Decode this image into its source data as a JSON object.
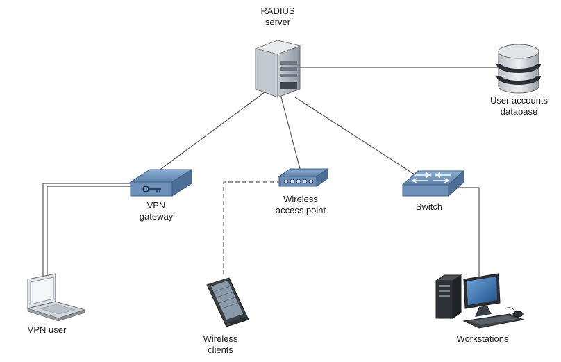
{
  "nodes": {
    "radius_server": {
      "line1": "RADIUS",
      "line2": "server"
    },
    "user_db": {
      "line1": "User accounts",
      "line2": "database"
    },
    "vpn_gateway": {
      "line1": "VPN",
      "line2": "gateway"
    },
    "wireless_ap": {
      "line1": "Wireless",
      "line2": "access point"
    },
    "switch": {
      "line1": "Switch"
    },
    "vpn_user": {
      "line1": "VPN user"
    },
    "wireless_clients": {
      "line1": "Wireless",
      "line2": "clients"
    },
    "workstations": {
      "line1": "Workstations"
    }
  },
  "colors": {
    "link": "#555555",
    "device_blue": "#5b7fa8",
    "device_grey": "#9aa3ad",
    "screen_blue": "#2f6fb0"
  }
}
